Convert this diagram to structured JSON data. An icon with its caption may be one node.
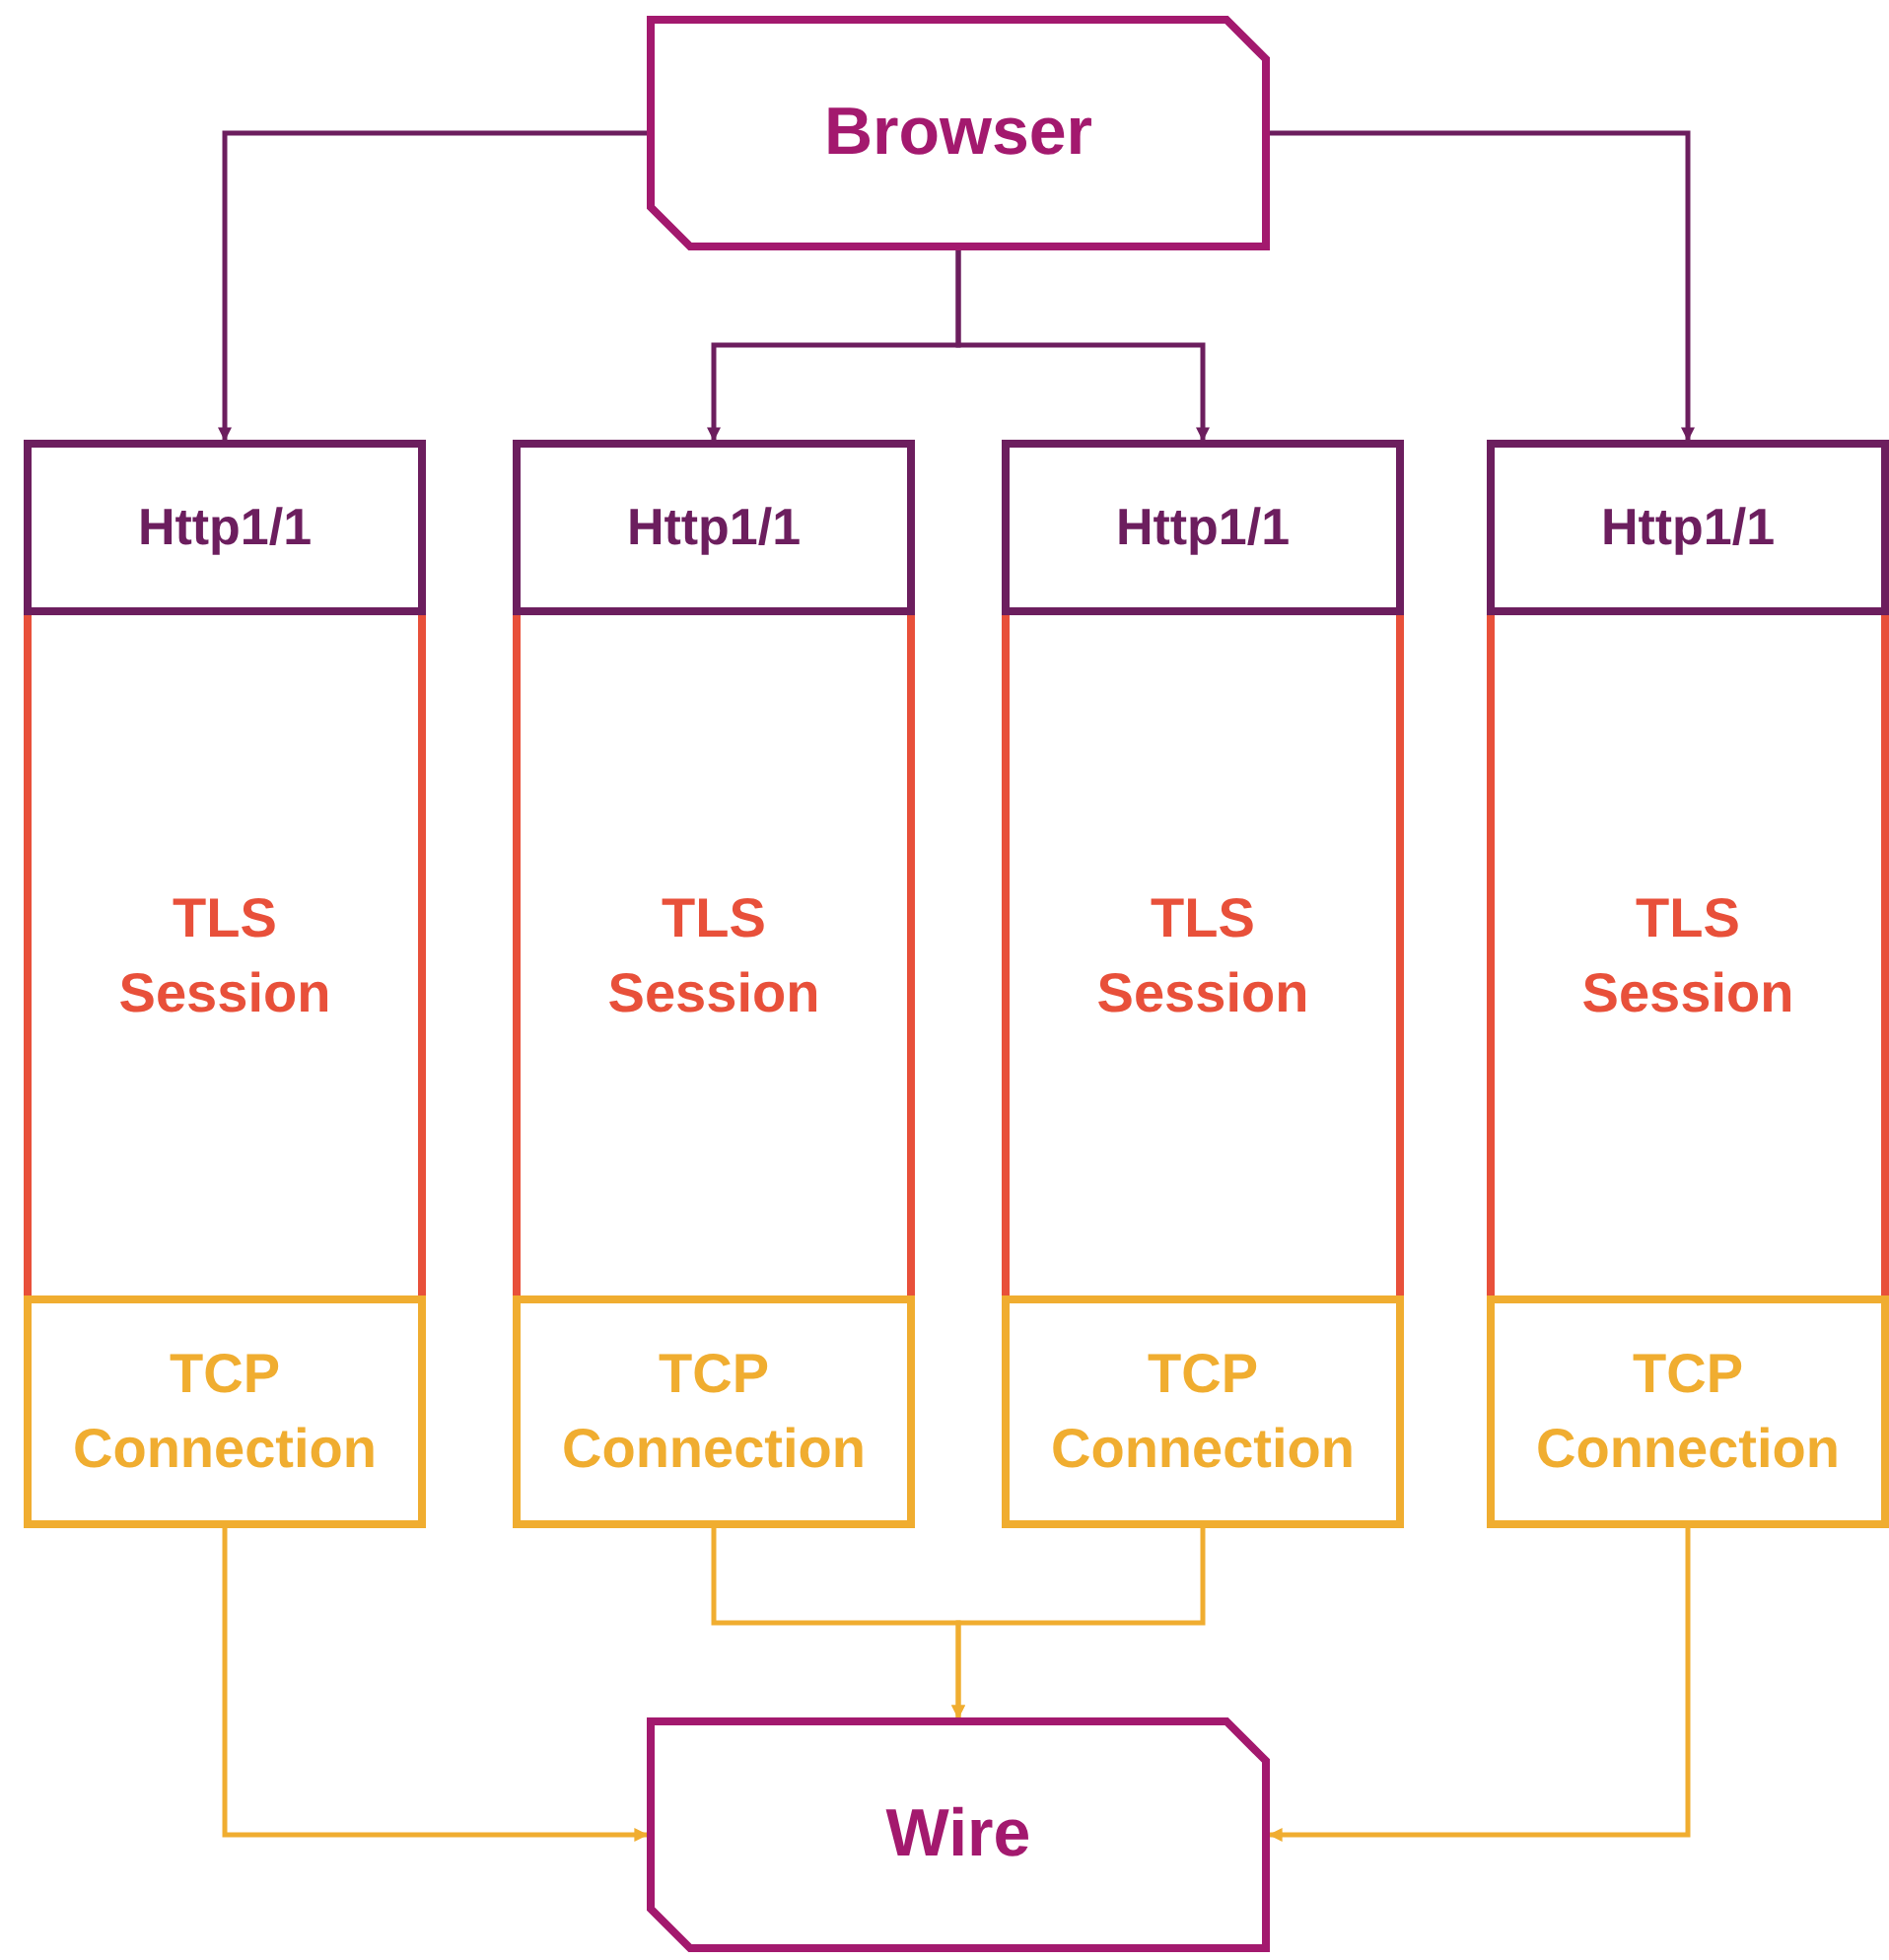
{
  "diagram": {
    "nodes": [
      {
        "text": [
          "Browser"
        ]
      },
      {
        "text": [
          "Http1/1"
        ]
      },
      {
        "text": [
          "Http1/1"
        ]
      },
      {
        "text": [
          "Http1/1"
        ]
      },
      {
        "text": [
          "Http1/1"
        ]
      },
      {
        "text": [
          "TLS Session"
        ]
      },
      {
        "text": [
          "TLS Session"
        ]
      },
      {
        "text": [
          "TLS Session"
        ]
      },
      {
        "text": [
          "TLS Session"
        ]
      },
      {
        "text": [
          "TCP Connection"
        ]
      },
      {
        "text": [
          "TCP Connection"
        ]
      },
      {
        "text": [
          "TCP Connection"
        ]
      },
      {
        "text": [
          "TCP Connection"
        ]
      },
      {
        "text": [
          "Wire"
        ]
      }
    ],
    "edges": [
      {
        "from": 0,
        "to": 1,
        "arrow": "to"
      },
      {
        "from": 0,
        "to": 2,
        "arrow": "to"
      },
      {
        "from": 0,
        "to": 3,
        "arrow": "to"
      },
      {
        "from": 0,
        "to": 4,
        "arrow": "to"
      },
      {
        "from": 9,
        "to": 13,
        "arrow": "to",
        "color": "#f0ad30"
      },
      {
        "from": 10,
        "to": 13,
        "arrow": "to",
        "color": "#f0ad30"
      },
      {
        "from": 11,
        "to": 13,
        "arrow": "to",
        "color": "#f0ad30"
      },
      {
        "from": 12,
        "to": 13,
        "arrow": "to",
        "color": "#f0ad30"
      }
    ]
  }
}
